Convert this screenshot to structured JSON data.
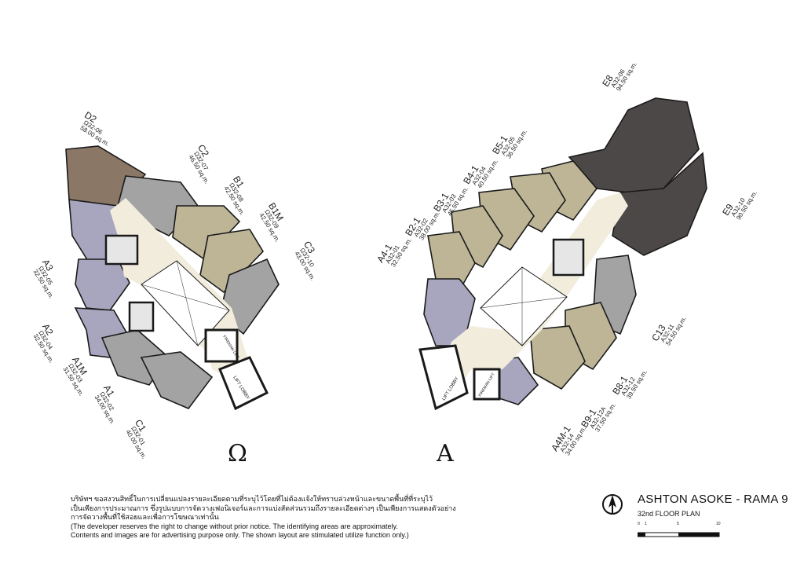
{
  "units": [
    {
      "id": "d2",
      "name": "D2",
      "code": "Ω32-06",
      "area": "58.00 sq.m."
    },
    {
      "id": "c2",
      "name": "C2",
      "code": "Ω32-07",
      "area": "46.50 sq.m."
    },
    {
      "id": "b1",
      "name": "B1",
      "code": "Ω32-08",
      "area": "42.50 sq.m."
    },
    {
      "id": "b1m",
      "name": "B1M",
      "code": "Ω32-09",
      "area": "42.50 sq.m."
    },
    {
      "id": "c3",
      "name": "C3",
      "code": "Ω32-10",
      "area": "43.00 sq.m."
    },
    {
      "id": "a3",
      "name": "A3",
      "code": "Ω32-05",
      "area": "32.50 sq.m."
    },
    {
      "id": "a2",
      "name": "A2",
      "code": "Ω32-04",
      "area": "32.50 sq.m."
    },
    {
      "id": "a1m",
      "name": "A1M",
      "code": "Ω32-03",
      "area": "31.50 sq.m."
    },
    {
      "id": "a1",
      "name": "A1",
      "code": "Ω32-02",
      "area": "34.00 sq.m."
    },
    {
      "id": "c1",
      "name": "C1",
      "code": "Ω32-01",
      "area": "40.00 sq.m."
    },
    {
      "id": "a41",
      "name": "A4-1",
      "code": "A32-01",
      "area": "32.50 sq.m."
    },
    {
      "id": "b21",
      "name": "B2-1",
      "code": "A32-02",
      "area": "38.00 sq.m."
    },
    {
      "id": "b31",
      "name": "B3-1",
      "code": "A32-03",
      "area": "45.50 sq.m."
    },
    {
      "id": "b41",
      "name": "B4-1",
      "code": "A32-04",
      "area": "40.50 sq.m."
    },
    {
      "id": "b51",
      "name": "B5-1",
      "code": "A32-05",
      "area": "36.50 sq.m."
    },
    {
      "id": "e8",
      "name": "E8",
      "code": "A32-06",
      "area": "94.50 sq.m."
    },
    {
      "id": "e9",
      "name": "E9",
      "code": "A32-10",
      "area": "90.50 sq.m."
    },
    {
      "id": "c13",
      "name": "C13",
      "code": "A32-11",
      "area": "54.50 sq.m."
    },
    {
      "id": "b81",
      "name": "B8-1",
      "code": "A32-12",
      "area": "39.50 sq.m."
    },
    {
      "id": "b91",
      "name": "B9-1",
      "code": "A32-12A",
      "area": "37.50 sq.m."
    },
    {
      "id": "a4m1",
      "name": "A4M-1",
      "code": "A32-14",
      "area": "34.00 sq.m."
    }
  ],
  "lift_lobby_left": "LIFT LOBBY",
  "lift_lobby_right": "LIFT LOBBY",
  "fireman_left": "FIREMAN LIFT",
  "fireman_right": "FIREMAN LIFT",
  "tower_left": "Ω",
  "tower_right": "A",
  "disclaimer": [
    "บริษัทฯ ขอสงวนสิทธิ์ในการเปลี่ยนแปลงรายละเอียดตามที่ระบุไว้โดยที่ไม่ต้องแจ้งให้ทราบล่วงหน้าและขนาดพื้นที่ที่ระบุไว้",
    "เป็นเพียงการประมาณการ ซึ่งรูปแบบการจัดวางเฟอนิเจอร์และการแบ่งสัดส่วนรวมถึงรายละเอียดต่างๆ เป็นเพียงการแสดงตัวอย่าง",
    "การจัดวางพื้นที่ใช้สอยและเพื่อการโฆษณาเท่านั้น",
    "(The developer reserves the right to change without prior notice. The identifying areas are approximately.",
    "Contents and images are for advertising purpose only. The shown layout are stimulated utilize function only.)"
  ],
  "project_title": "ASHTON ASOKE - RAMA 9",
  "plan_title": "32nd FLOOR PLAN",
  "scale_ticks": [
    "0",
    "1",
    "5",
    "10"
  ],
  "colors": {
    "lavender": "#a8a6bf",
    "grey": "#a3a3a3",
    "khaki": "#bdb596",
    "brown": "#8b7765",
    "dark": "#4d4848",
    "corridor": "#f1ecdc",
    "wall": "#1a1a1a"
  }
}
